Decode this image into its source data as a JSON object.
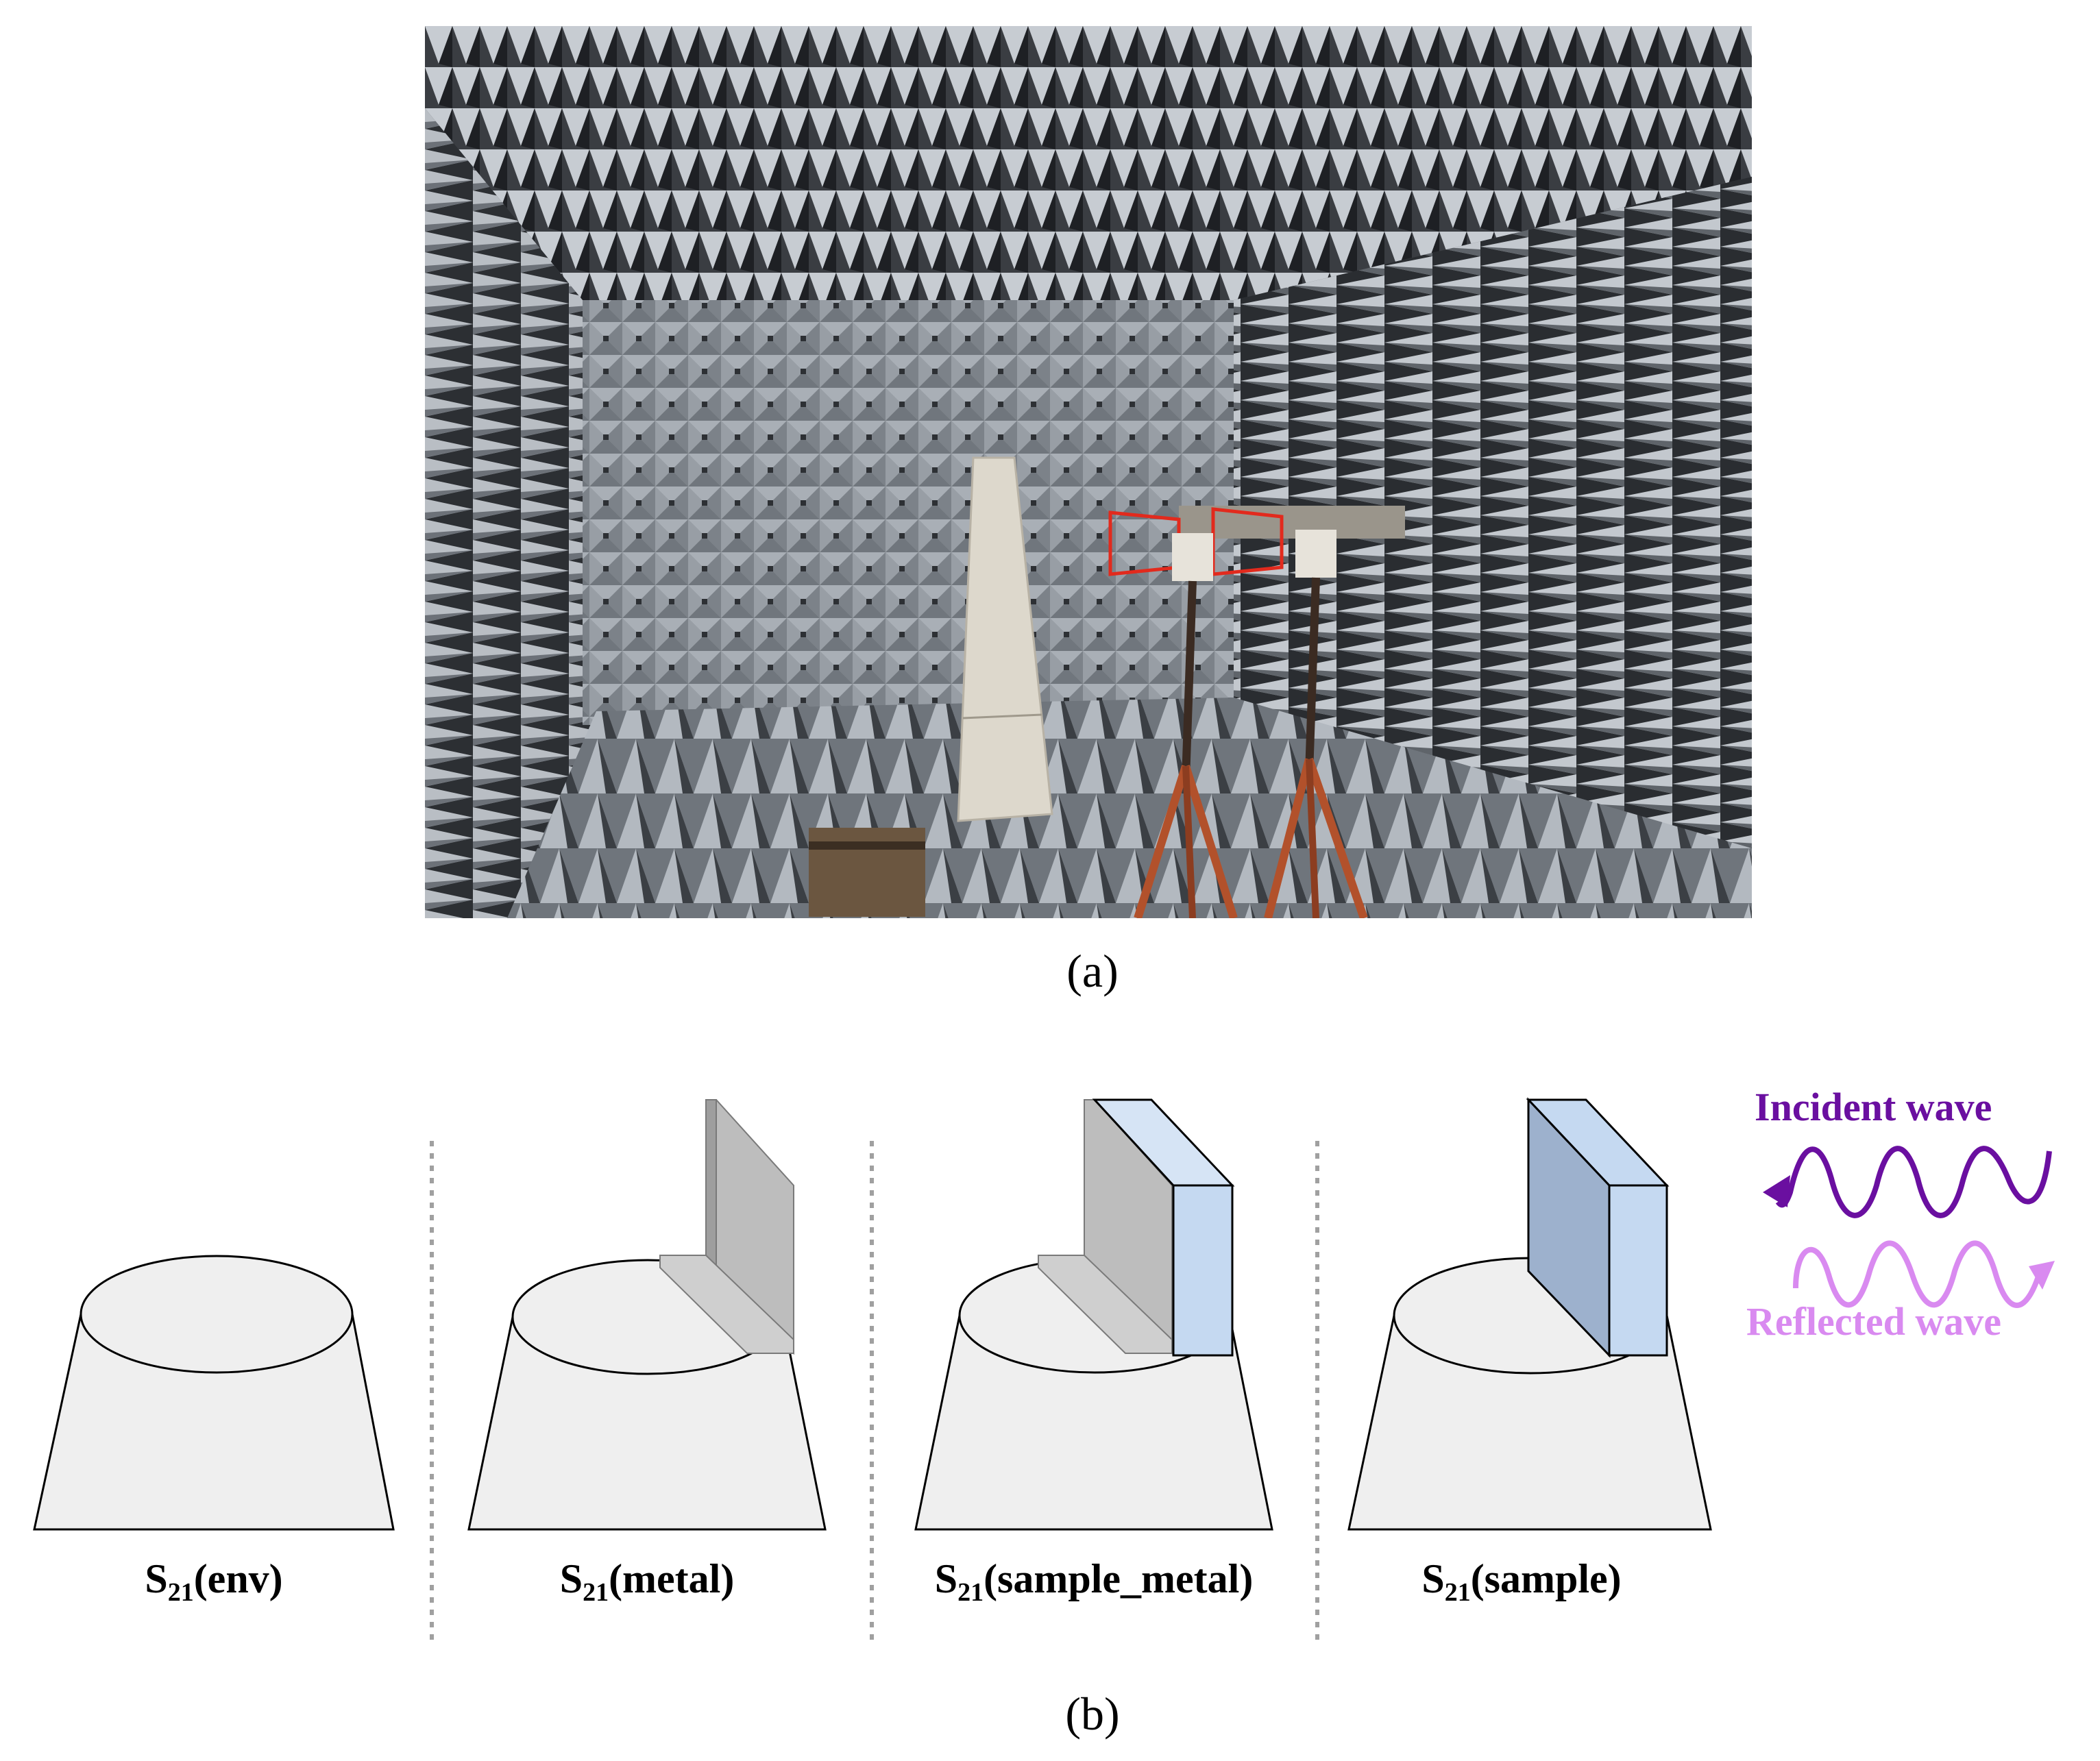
{
  "captions": {
    "a": "(a)",
    "b": "(b)"
  },
  "photo": {
    "subject": "anechoic-chamber-photo"
  },
  "stages": [
    {
      "symbol": "S",
      "subscript": "21",
      "suffix": "(env)"
    },
    {
      "symbol": "S",
      "subscript": "21",
      "suffix": "(metal)"
    },
    {
      "symbol": "S",
      "subscript": "21",
      "suffix": "(sample_metal)"
    },
    {
      "symbol": "S",
      "subscript": "21",
      "suffix": "(sample)"
    }
  ],
  "legend": {
    "incident": {
      "label": "Incident wave",
      "color": "#6a0fa0"
    },
    "reflected": {
      "label": "Reflected wave",
      "color": "#d98af0"
    }
  },
  "colors": {
    "pedestal_fill": "#efefef",
    "metal_plate": "#b7b7b7",
    "sample_block": "#c5d9f1",
    "sample_block_dark": "#9db1cd",
    "divider": "#a0a0a0"
  }
}
